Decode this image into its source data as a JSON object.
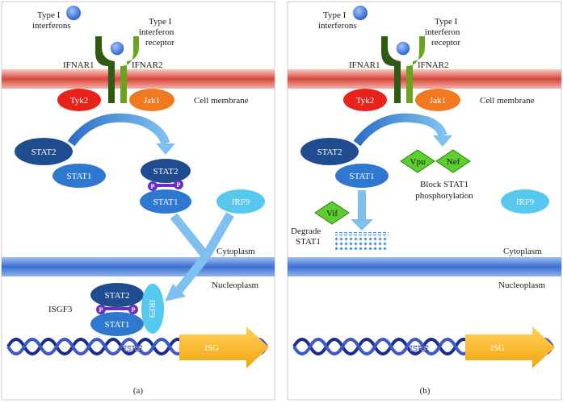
{
  "colors": {
    "membrane_red": "#d9463b",
    "membrane_blue": "#3d6fd1",
    "receptor_dark": "#2f5a12",
    "receptor_light": "#6aa31e",
    "tyk2": "#e8231b",
    "jak1": "#f07a22",
    "stat_dark": "#1f4c8f",
    "stat_mid": "#2f78cf",
    "irf9": "#57c8ee",
    "phospho": "#6b2fc3",
    "hiv_protein": "#5ccf2f",
    "isg_arrow": "#f5b21a",
    "arrow_blue": "#5aa9e6"
  },
  "panel_a": {
    "label": "(a)",
    "interferons": [
      "Type I",
      "interferons"
    ],
    "receptor": [
      "Type I",
      "interferon",
      "receptor"
    ],
    "ifnar1": "IFNAR1",
    "ifnar2": "IFNAR2",
    "tyk2": "Tyk2",
    "jak1": "Jak1",
    "cell_membrane": "Cell membrane",
    "stat2": "STAT2",
    "stat1": "STAT1",
    "p": "P",
    "irf9": "IRF9",
    "cytoplasm": "Cytoplasm",
    "nucleoplasm": "Nucleoplasm",
    "isgf3": "ISGF3",
    "isre": "ISRE",
    "isg": "ISG"
  },
  "panel_b": {
    "label": "(b)",
    "interferons": [
      "Type I",
      "interferons"
    ],
    "receptor": [
      "Type I",
      "interferon",
      "receptor"
    ],
    "ifnar1": "IFNAR1",
    "ifnar2": "IFNAR2",
    "tyk2": "Tyk2",
    "jak1": "Jak1",
    "cell_membrane": "Cell membrane",
    "stat2": "STAT2",
    "stat1": "STAT1",
    "vpu": "Vpu",
    "nef": "Nef",
    "block": [
      "Block STAT1",
      "phosphorylation"
    ],
    "irf9": "IRF9",
    "vif": "Vif",
    "degrade": [
      "Degrade",
      "STAT1"
    ],
    "cytoplasm": "Cytoplasm",
    "nucleoplasm": "Nucleoplasm",
    "isre": "ISRE",
    "isg": "ISG"
  }
}
